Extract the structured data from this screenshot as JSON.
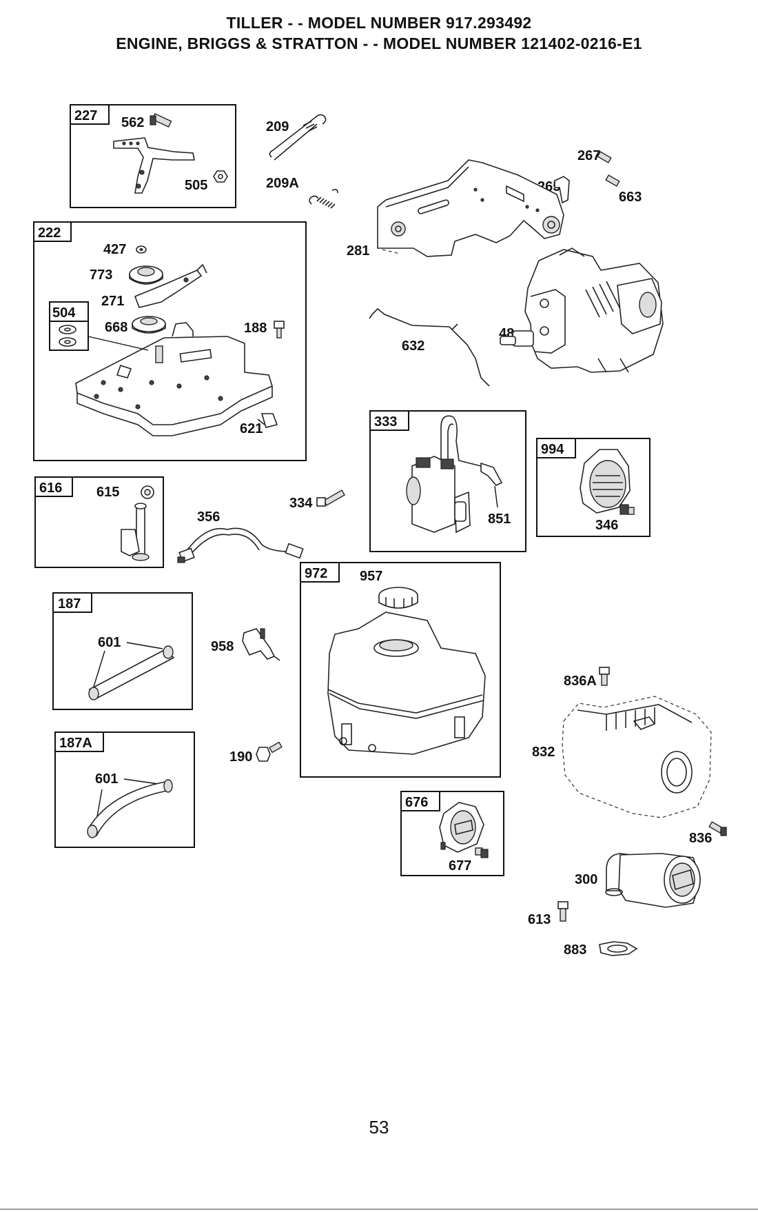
{
  "header": {
    "title_line1": "TILLER - - MODEL NUMBER 917.293492",
    "title_line2": "ENGINE, BRIGGS & STRATTON - - MODEL NUMBER 121402-0216-E1"
  },
  "assemblies": {
    "a227": "227",
    "a222": "222",
    "a504": "504",
    "a616": "616",
    "a187": "187",
    "a187A": "187A",
    "a333": "333",
    "a994": "994",
    "a972": "972",
    "a676": "676"
  },
  "parts": {
    "p562": "562",
    "p505": "505",
    "p209": "209",
    "p209A": "209A",
    "p267": "267",
    "p265": "265",
    "p663": "663",
    "p281": "281",
    "p427": "427",
    "p773": "773",
    "p271": "271",
    "p668": "668",
    "p188": "188",
    "p621": "621",
    "p48": "48",
    "p632": "632",
    "p615": "615",
    "p356": "356",
    "p334": "334",
    "p851": "851",
    "p346": "346",
    "p957": "957",
    "p601a": "601",
    "p601b": "601",
    "p958": "958",
    "p190": "190",
    "p836A": "836A",
    "p832": "832",
    "p836": "836",
    "p677": "677",
    "p300": "300",
    "p613": "613",
    "p883": "883"
  },
  "footer": {
    "page_number": "53"
  }
}
